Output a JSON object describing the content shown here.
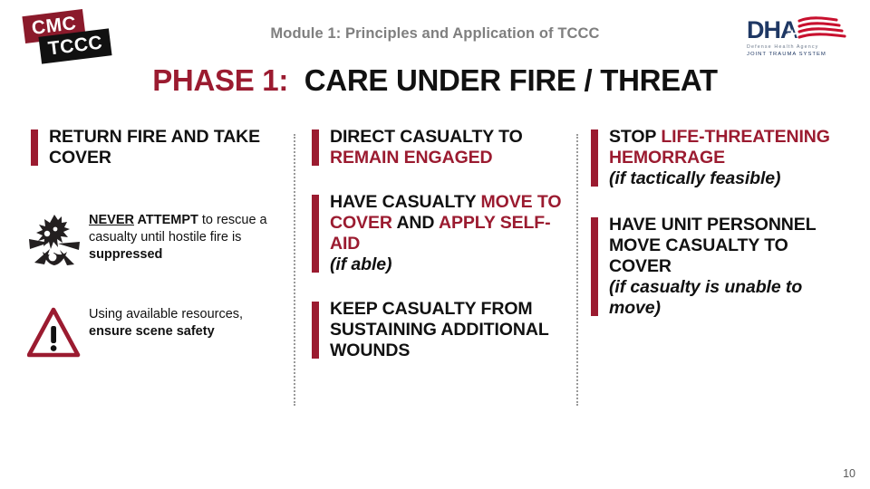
{
  "slide": {
    "page_number": "10",
    "background_color": "#FFFFFF",
    "accent_color": "#9B1B30",
    "header_gray": "#7F7F7F"
  },
  "logos": {
    "cmc_tccc": {
      "top_chip_label": "CMC",
      "top_chip_color": "#8B1A2B",
      "bottom_chip_label": "TCCC",
      "bottom_chip_color": "#111111",
      "icon_name": "cmc-tccc-logo"
    },
    "dha": {
      "wordmark": "DHA",
      "agency_line": "Defense Health Agency",
      "program_line": "JOINT TRAUMA SYSTEM",
      "navy_color": "#1F3864",
      "flag_red_color": "#C8102E",
      "icon_name": "dha-logo"
    }
  },
  "header": {
    "module_title": "Module 1: Principles and Application of TCCC"
  },
  "title": {
    "phase_label": "PHASE 1:",
    "phase_name": "CARE UNDER FIRE / THREAT"
  },
  "columns": [
    {
      "id": "column-1",
      "blocks": [
        {
          "id": "return-fire-and-take-cover",
          "segments": [
            {
              "text": "RETURN FIRE AND TAKE COVER",
              "style": "black"
            }
          ]
        }
      ],
      "icon_rows": [
        {
          "id": "never-attempt-rescue",
          "icon_name": "explosion-blast-icon",
          "segments": [
            {
              "text": "NEVER",
              "style": "bold-underline"
            },
            {
              "text": " ATTEMPT",
              "style": "bold"
            },
            {
              "text": " to rescue a casualty until hostile fire is ",
              "style": "normal"
            },
            {
              "text": "suppressed",
              "style": "bold"
            }
          ]
        },
        {
          "id": "ensure-scene-safety",
          "icon_name": "warning-triangle-icon",
          "segments": [
            {
              "text": "Using available resources, ",
              "style": "normal"
            },
            {
              "text": "ensure scene safety",
              "style": "bold"
            }
          ]
        }
      ]
    },
    {
      "id": "column-2",
      "blocks": [
        {
          "id": "direct-casualty-to-remain-engaged",
          "segments": [
            {
              "text": "DIRECT CASUALTY TO ",
              "style": "black"
            },
            {
              "text": "REMAIN ENGAGED",
              "style": "red"
            }
          ]
        },
        {
          "id": "have-casualty-move-to-cover",
          "segments": [
            {
              "text": "HAVE CASUALTY ",
              "style": "black"
            },
            {
              "text": "MOVE TO COVER ",
              "style": "red"
            },
            {
              "text": "AND ",
              "style": "black"
            },
            {
              "text": "APPLY SELF-AID",
              "style": "red"
            },
            {
              "text": "\n(if able)",
              "style": "italic-note"
            }
          ]
        },
        {
          "id": "keep-casualty-from-additional-wounds",
          "segments": [
            {
              "text": "KEEP CASUALTY FROM SUSTAINING ADDITIONAL WOUNDS",
              "style": "black"
            }
          ]
        }
      ],
      "icon_rows": []
    },
    {
      "id": "column-3",
      "blocks": [
        {
          "id": "stop-life-threatening-hemorrage",
          "segments": [
            {
              "text": "STOP ",
              "style": "black"
            },
            {
              "text": "LIFE-THREATENING HEMORRAGE",
              "style": "red"
            },
            {
              "text": "\n(if tactically feasible)",
              "style": "italic-note"
            }
          ]
        },
        {
          "id": "have-unit-personnel-move-casualty",
          "segments": [
            {
              "text": "HAVE UNIT PERSONNEL MOVE CASUALTY TO COVER",
              "style": "black"
            },
            {
              "text": "\n(if casualty is unable to move)",
              "style": "italic-note"
            }
          ]
        }
      ],
      "icon_rows": []
    }
  ]
}
